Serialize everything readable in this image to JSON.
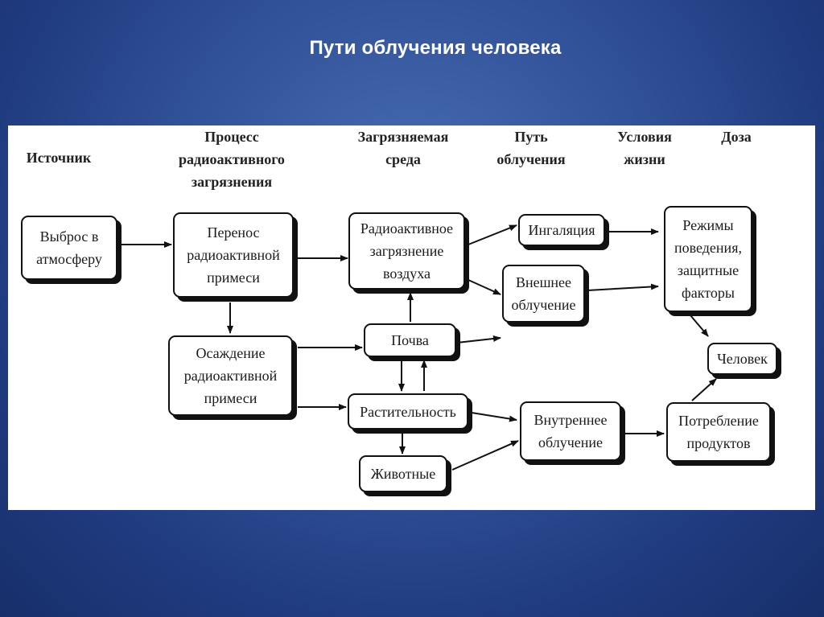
{
  "slide": {
    "title": "Пути облучения человека"
  },
  "headers": {
    "source": "Источник",
    "process": "Процесс\nрадиоактивного\nзагрязнения",
    "environment": "Загрязняемая\nсреда",
    "pathway": "Путь\nоблучения",
    "living_conditions": "Условия\nжизни",
    "dose": "Доза"
  },
  "nodes": {
    "release": "Выброс в\nатмосферу",
    "transfer": "Перенос\nрадиоактивной\nпримеси",
    "deposition": "Осаждение\nрадиоактивной\nпримеси",
    "air": "Радиоактивное\nзагрязнение\nвоздуха",
    "soil": "Почва",
    "vegetation": "Растительность",
    "animals": "Животные",
    "inhalation": "Ингаляция",
    "external": "Внешнее\nоблучение",
    "internal": "Внутреннее\nоблучение",
    "regimes": "Режимы\nповедения,\nзащитные\nфакторы",
    "human": "Человек",
    "consumption": "Потребление\nпродуктов"
  },
  "colors": {
    "background": "#2f4f96",
    "panel": "#ffffff",
    "ink": "#111111",
    "title": "#ffffff"
  }
}
